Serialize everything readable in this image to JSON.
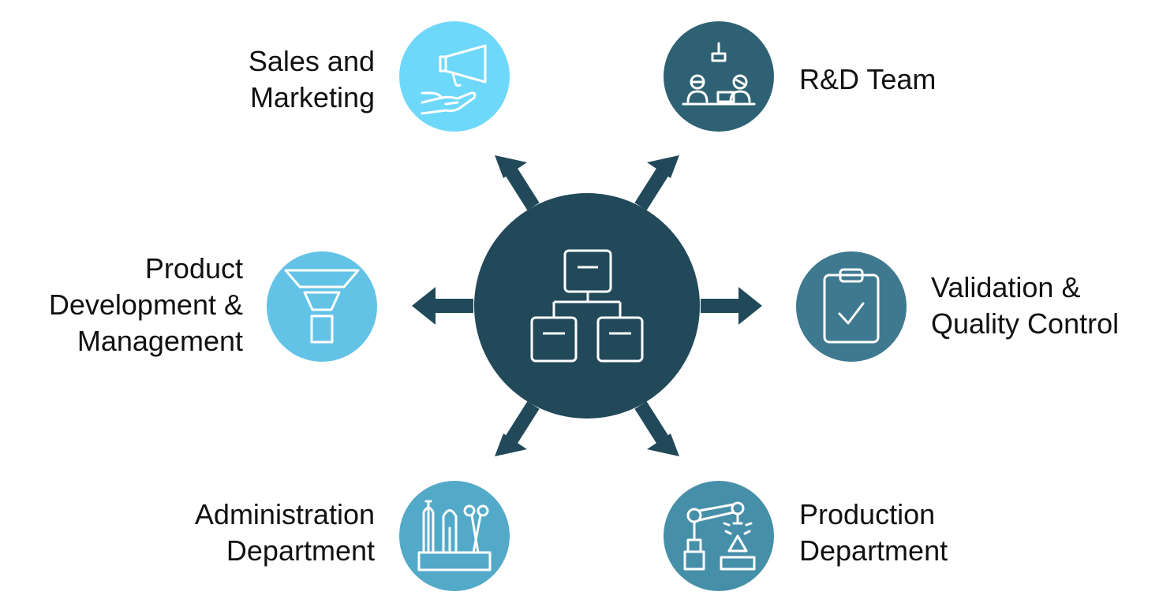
{
  "center": {
    "icon": "org-chart-icon",
    "color": "#22495a"
  },
  "departments": [
    {
      "key": "sales",
      "lines": [
        "Sales and",
        "Marketing"
      ],
      "icon": "megaphone-hand-icon",
      "color": "#6ed8fb"
    },
    {
      "key": "rd",
      "lines": [
        "R&D Team"
      ],
      "icon": "team-research-icon",
      "color": "#2e6173"
    },
    {
      "key": "product",
      "lines": [
        "Product",
        "Development &",
        "Management"
      ],
      "icon": "funnel-icon",
      "color": "#63c3e6"
    },
    {
      "key": "validation",
      "lines": [
        "Validation &",
        "Quality Control"
      ],
      "icon": "clipboard-check-icon",
      "color": "#3e7990"
    },
    {
      "key": "admin",
      "lines": [
        "Administration",
        "Department"
      ],
      "icon": "stationery-icon",
      "color": "#53a9c8"
    },
    {
      "key": "production",
      "lines": [
        "Production",
        "Department"
      ],
      "icon": "robot-arm-icon",
      "color": "#468fa9"
    }
  ],
  "arrow_color": "#22495a"
}
